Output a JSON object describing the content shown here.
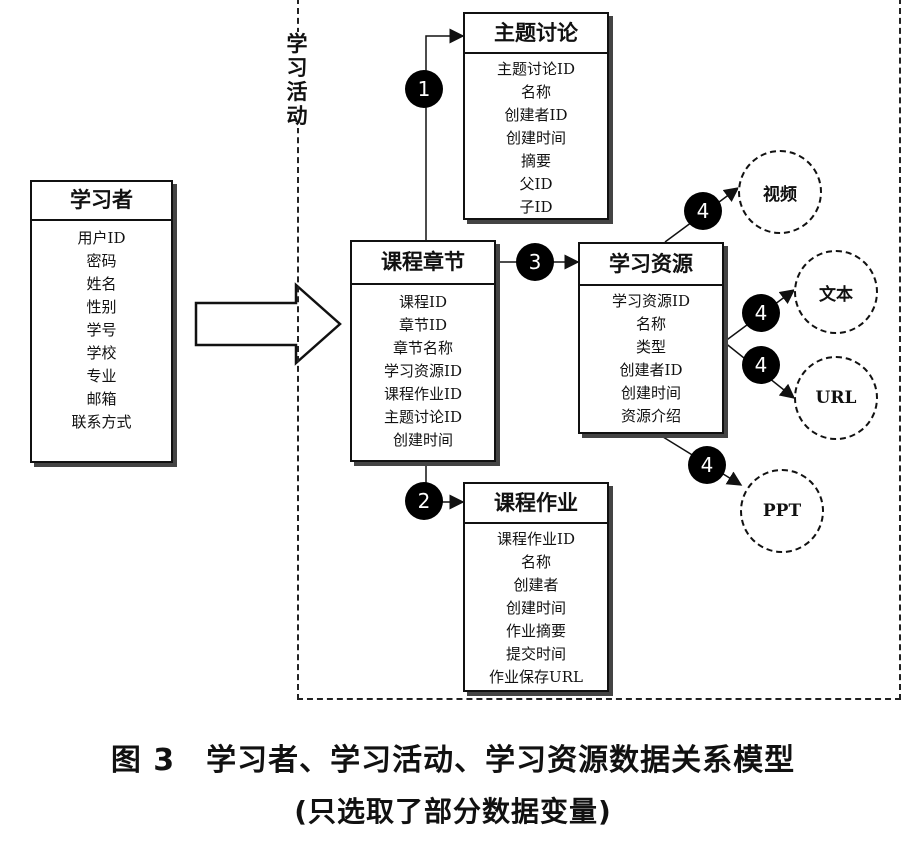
{
  "activity_label": "学习活动",
  "entities": {
    "learner": {
      "title": "学习者",
      "fields": [
        "用户ID",
        "密码",
        "姓名",
        "性别",
        "学号",
        "学校",
        "专业",
        "邮箱",
        "联系方式"
      ]
    },
    "chapter": {
      "title": "课程章节",
      "fields": [
        "课程ID",
        "章节ID",
        "章节名称",
        "学习资源ID",
        "课程作业ID",
        "主题讨论ID",
        "创建时间"
      ]
    },
    "discussion": {
      "title": "主题讨论",
      "fields": [
        "主题讨论ID",
        "名称",
        "创建者ID",
        "创建时间",
        "摘要",
        "父ID",
        "子ID"
      ]
    },
    "resource": {
      "title": "学习资源",
      "fields": [
        "学习资源ID",
        "名称",
        "类型",
        "创建者ID",
        "创建时间",
        "资源介绍"
      ]
    },
    "homework": {
      "title": "课程作业",
      "fields": [
        "课程作业ID",
        "名称",
        "创建者",
        "创建时间",
        "作业摘要",
        "提交时间",
        "作业保存URL"
      ]
    }
  },
  "resource_types": {
    "video": "视频",
    "text": "文本",
    "url": "URL",
    "ppt": "PPT"
  },
  "markers": {
    "m1": "1",
    "m2": "2",
    "m3": "3",
    "m4a": "4",
    "m4b": "4",
    "m4c": "4",
    "m4d": "4"
  },
  "caption": {
    "line1": "图 3　学习者、学习活动、学习资源数据关系模型",
    "line2": "(只选取了部分数据变量)"
  }
}
